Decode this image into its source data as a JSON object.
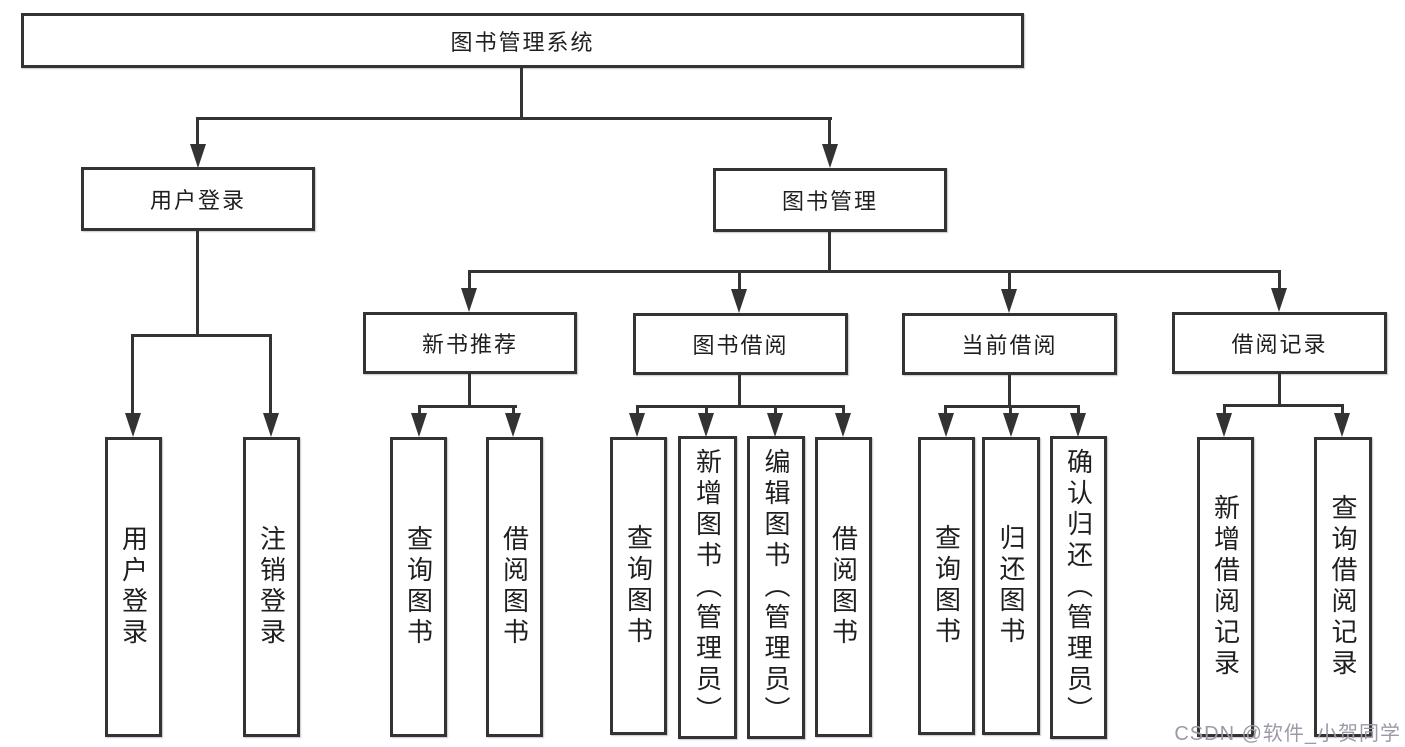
{
  "diagram": {
    "root": {
      "label": "图书管理系统"
    },
    "level2": {
      "user_login": {
        "label": "用户登录"
      },
      "book_mgmt": {
        "label": "图书管理"
      }
    },
    "level3": {
      "new_book": {
        "label": "新书推荐"
      },
      "borrow": {
        "label": "图书借阅"
      },
      "current": {
        "label": "当前借阅"
      },
      "records": {
        "label": "借阅记录"
      }
    },
    "leaves": {
      "user_login": [
        {
          "label": "用户登录"
        },
        {
          "label": "注销登录"
        }
      ],
      "new_book": [
        {
          "label": "查询图书"
        },
        {
          "label": "借阅图书"
        }
      ],
      "borrow": [
        {
          "label": "查询图书"
        },
        {
          "label": "新增图书（管理员）"
        },
        {
          "label": "编辑图书（管理员）"
        },
        {
          "label": "借阅图书"
        }
      ],
      "current": [
        {
          "label": "查询图书"
        },
        {
          "label": "归还图书"
        },
        {
          "label": "确认归还（管理员）"
        }
      ],
      "records": [
        {
          "label": "新增借阅记录"
        },
        {
          "label": "查询借阅记录"
        }
      ]
    }
  },
  "watermark": {
    "label": "CSDN @软件_小贺同学"
  },
  "colors": {
    "line": "#333333",
    "text": "#1f1f1f",
    "background": "#ffffff",
    "watermark": "#9b9ba8"
  }
}
